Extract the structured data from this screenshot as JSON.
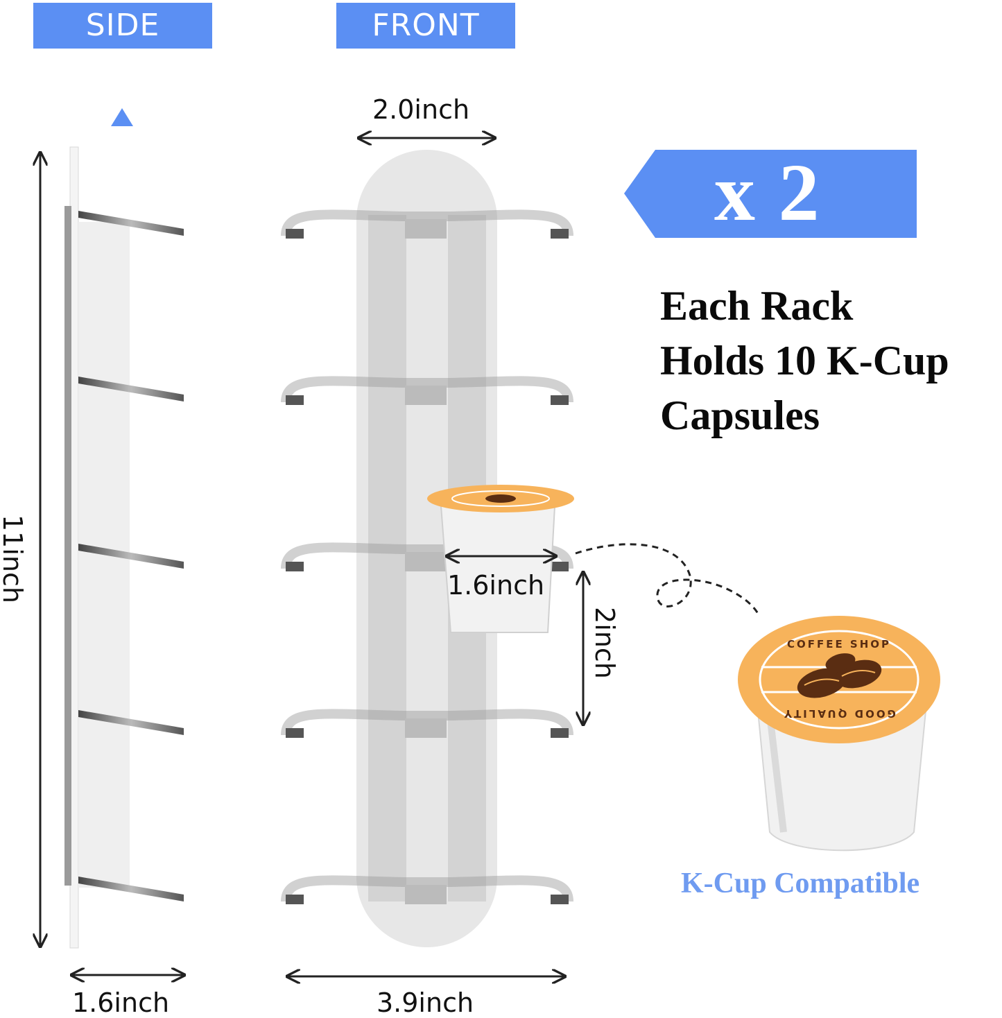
{
  "views": {
    "side_label": "SIDE",
    "front_label": "FRONT"
  },
  "dimensions": {
    "top_width": "2.0inch",
    "height": "11inch",
    "side_depth": "1.6inch",
    "front_width": "3.9inch",
    "cup_diameter": "1.6inch",
    "shelf_spacing": "2inch"
  },
  "badge": {
    "quantity": "x 2"
  },
  "headline": {
    "line1": "Each Rack",
    "line2": "Holds 10 K-Cup",
    "line3": "Capsules"
  },
  "capsule": {
    "lid_top_text": "COFFEE SHOP",
    "lid_bottom_text": "GOOD QUALITY",
    "caption": "K-Cup Compatible"
  },
  "colors": {
    "accent": "#5b8ff3",
    "caption": "#6f9bf0",
    "lid": "#f7b35b",
    "lid_dark": "#5a2d12",
    "acrylic": "#d9d9d9"
  }
}
